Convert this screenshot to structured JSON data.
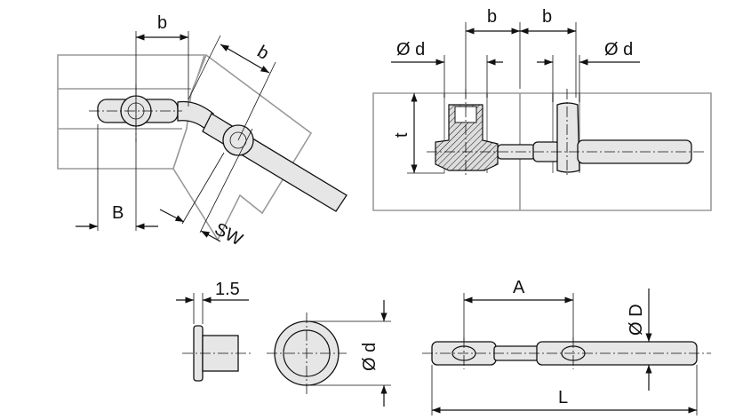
{
  "top_left_view": {
    "dim_b_top": "b",
    "dim_b_angled": "b",
    "dim_B": "B",
    "dim_SW": "SW"
  },
  "top_right_view": {
    "dim_d_left": "Ø d",
    "dim_b_left": "b",
    "dim_b_right": "b",
    "dim_d_right": "Ø d",
    "dim_t": "t"
  },
  "bottom_view": {
    "dim_1_5": "1.5",
    "dim_d": "Ø d",
    "dim_A": "A",
    "dim_D": "Ø D",
    "dim_L": "L"
  }
}
